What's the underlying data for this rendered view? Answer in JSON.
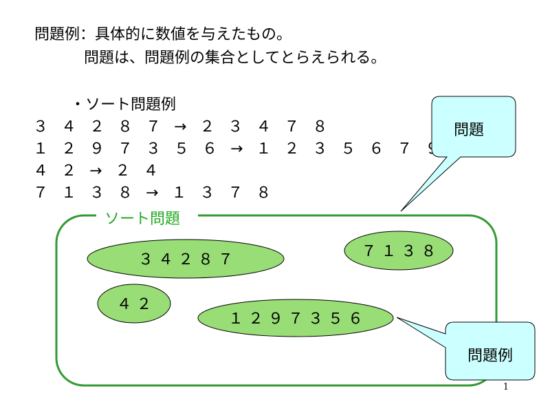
{
  "intro": {
    "definition": "問題例：具体的に数値を与えたもの。",
    "relation": "問題は、問題例の集合としてとらえられる。"
  },
  "sort_examples": {
    "heading": "・ソート問題例",
    "rows": [
      "３ ４ ２ ８ ７ → ２ ３ ４ ７ ８",
      "１ ２ ９ ７ ３ ５ ６ → １ ２ ３ ５ ６ ７ ９",
      "４ ２ → ２ ４",
      "７ １ ３ ８ → １ ３ ７ ８"
    ]
  },
  "diagram": {
    "set_label": "ソート問題",
    "instances": [
      "３ ４ ２ ８ ７",
      "７ １ ３ ８",
      "４ ２",
      "１ ２ ９ ７ ３ ５ ６"
    ],
    "callout_problem": "問題",
    "callout_instance": "問題例",
    "colors": {
      "set_border": "#339933",
      "set_label": "#22aa22",
      "ellipse_fill": "#99dd77",
      "callout_fill": "#ccffff"
    }
  },
  "page_number": "1"
}
